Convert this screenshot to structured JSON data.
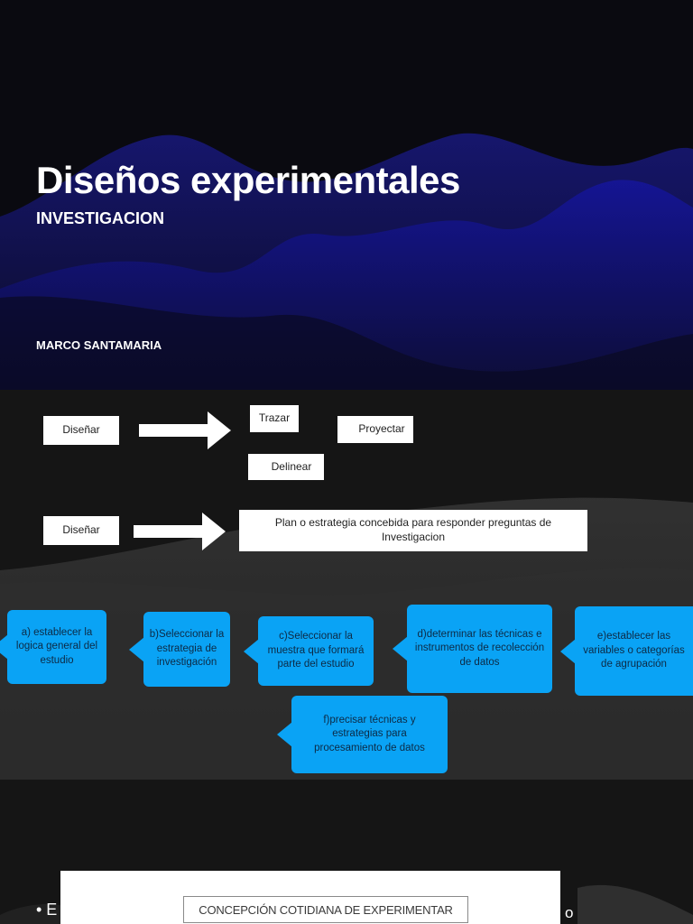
{
  "title_slide": {
    "title": "Diseños experimentales",
    "subtitle": "INVESTIGACION",
    "author": "MARCO SANTAMARIA"
  },
  "diagram_slide": {
    "row1": {
      "source": "Diseñar",
      "synonyms": [
        "Trazar",
        "Proyectar",
        "Delinear"
      ]
    },
    "row2": {
      "source": "Diseñar",
      "definition": "Plan o estrategia concebida para responder preguntas de Investigacion"
    },
    "steps": [
      {
        "id": "a",
        "text": "a) establecer la logica general del estudio"
      },
      {
        "id": "b",
        "text": "b)Seleccionar la estrategia de investigación"
      },
      {
        "id": "c",
        "text": "c)Seleccionar la muestra que formará parte del estudio"
      },
      {
        "id": "d",
        "text": "d)determinar las técnicas e instrumentos de recolección de datos"
      },
      {
        "id": "e",
        "text": "e)establecer las variables o categorías de agrupación"
      },
      {
        "id": "f",
        "text": "f)precisar técnicas y estrategias para procesamiento de datos"
      }
    ],
    "colors": {
      "callout": "#0aa3f5",
      "callout_text": "#0d2a45",
      "box": "#ffffff"
    }
  },
  "third_slide": {
    "bullet_start": "• E",
    "bullet_end": "o",
    "image_caption": "CONCEPCIÓN COTIDIANA DE EXPERIMENTAR"
  },
  "colors": {
    "title_bg": "#0a0a10",
    "wave_blue": "#14157a",
    "slide_bg": "#151515",
    "text": "#ffffff"
  }
}
